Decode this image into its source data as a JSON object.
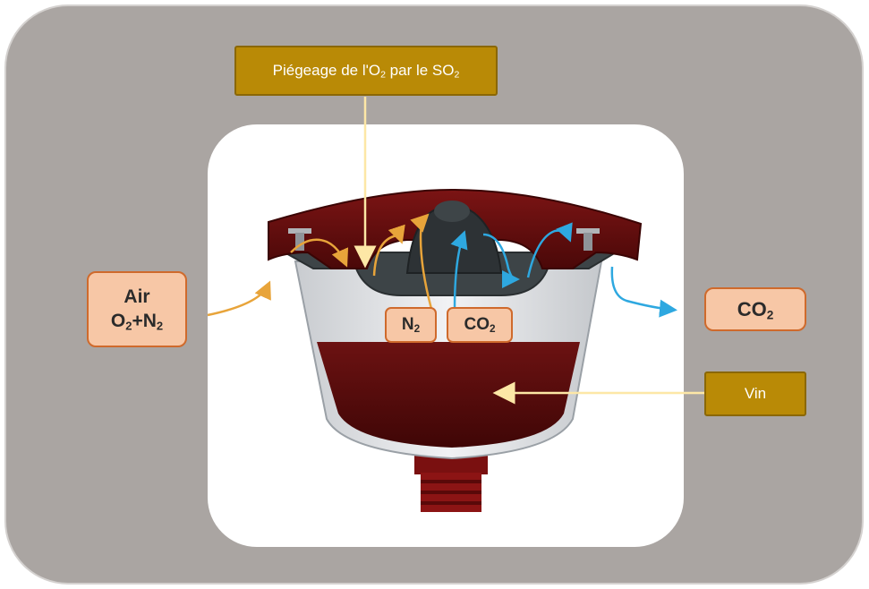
{
  "labels": {
    "trap": {
      "text": "Piégeage de l'O",
      "sub1": "2",
      "mid": " par le SO",
      "sub2": "2"
    },
    "air": {
      "line1": "Air",
      "o": "O",
      "o_sub": "2",
      "plus": "+N",
      "n_sub": "2"
    },
    "n2": {
      "main": "N",
      "sub": "2"
    },
    "co2_inner": {
      "main": "CO",
      "sub": "2"
    },
    "co2_outer": {
      "main": "CO",
      "sub": "2"
    },
    "vin": "Vin"
  },
  "colors": {
    "background": "#aaa5a2",
    "inner_panel": "#ffffff",
    "gold_box": "#b98a06",
    "peach_box": "#f7c7a6",
    "peach_border": "#cf6a2c",
    "air_flow": "#e8a43a",
    "co2_flow": "#2ea8e0",
    "wine": "#5e0c0c",
    "lid": "#6a0f0f",
    "pointer": "#fde7a6"
  }
}
